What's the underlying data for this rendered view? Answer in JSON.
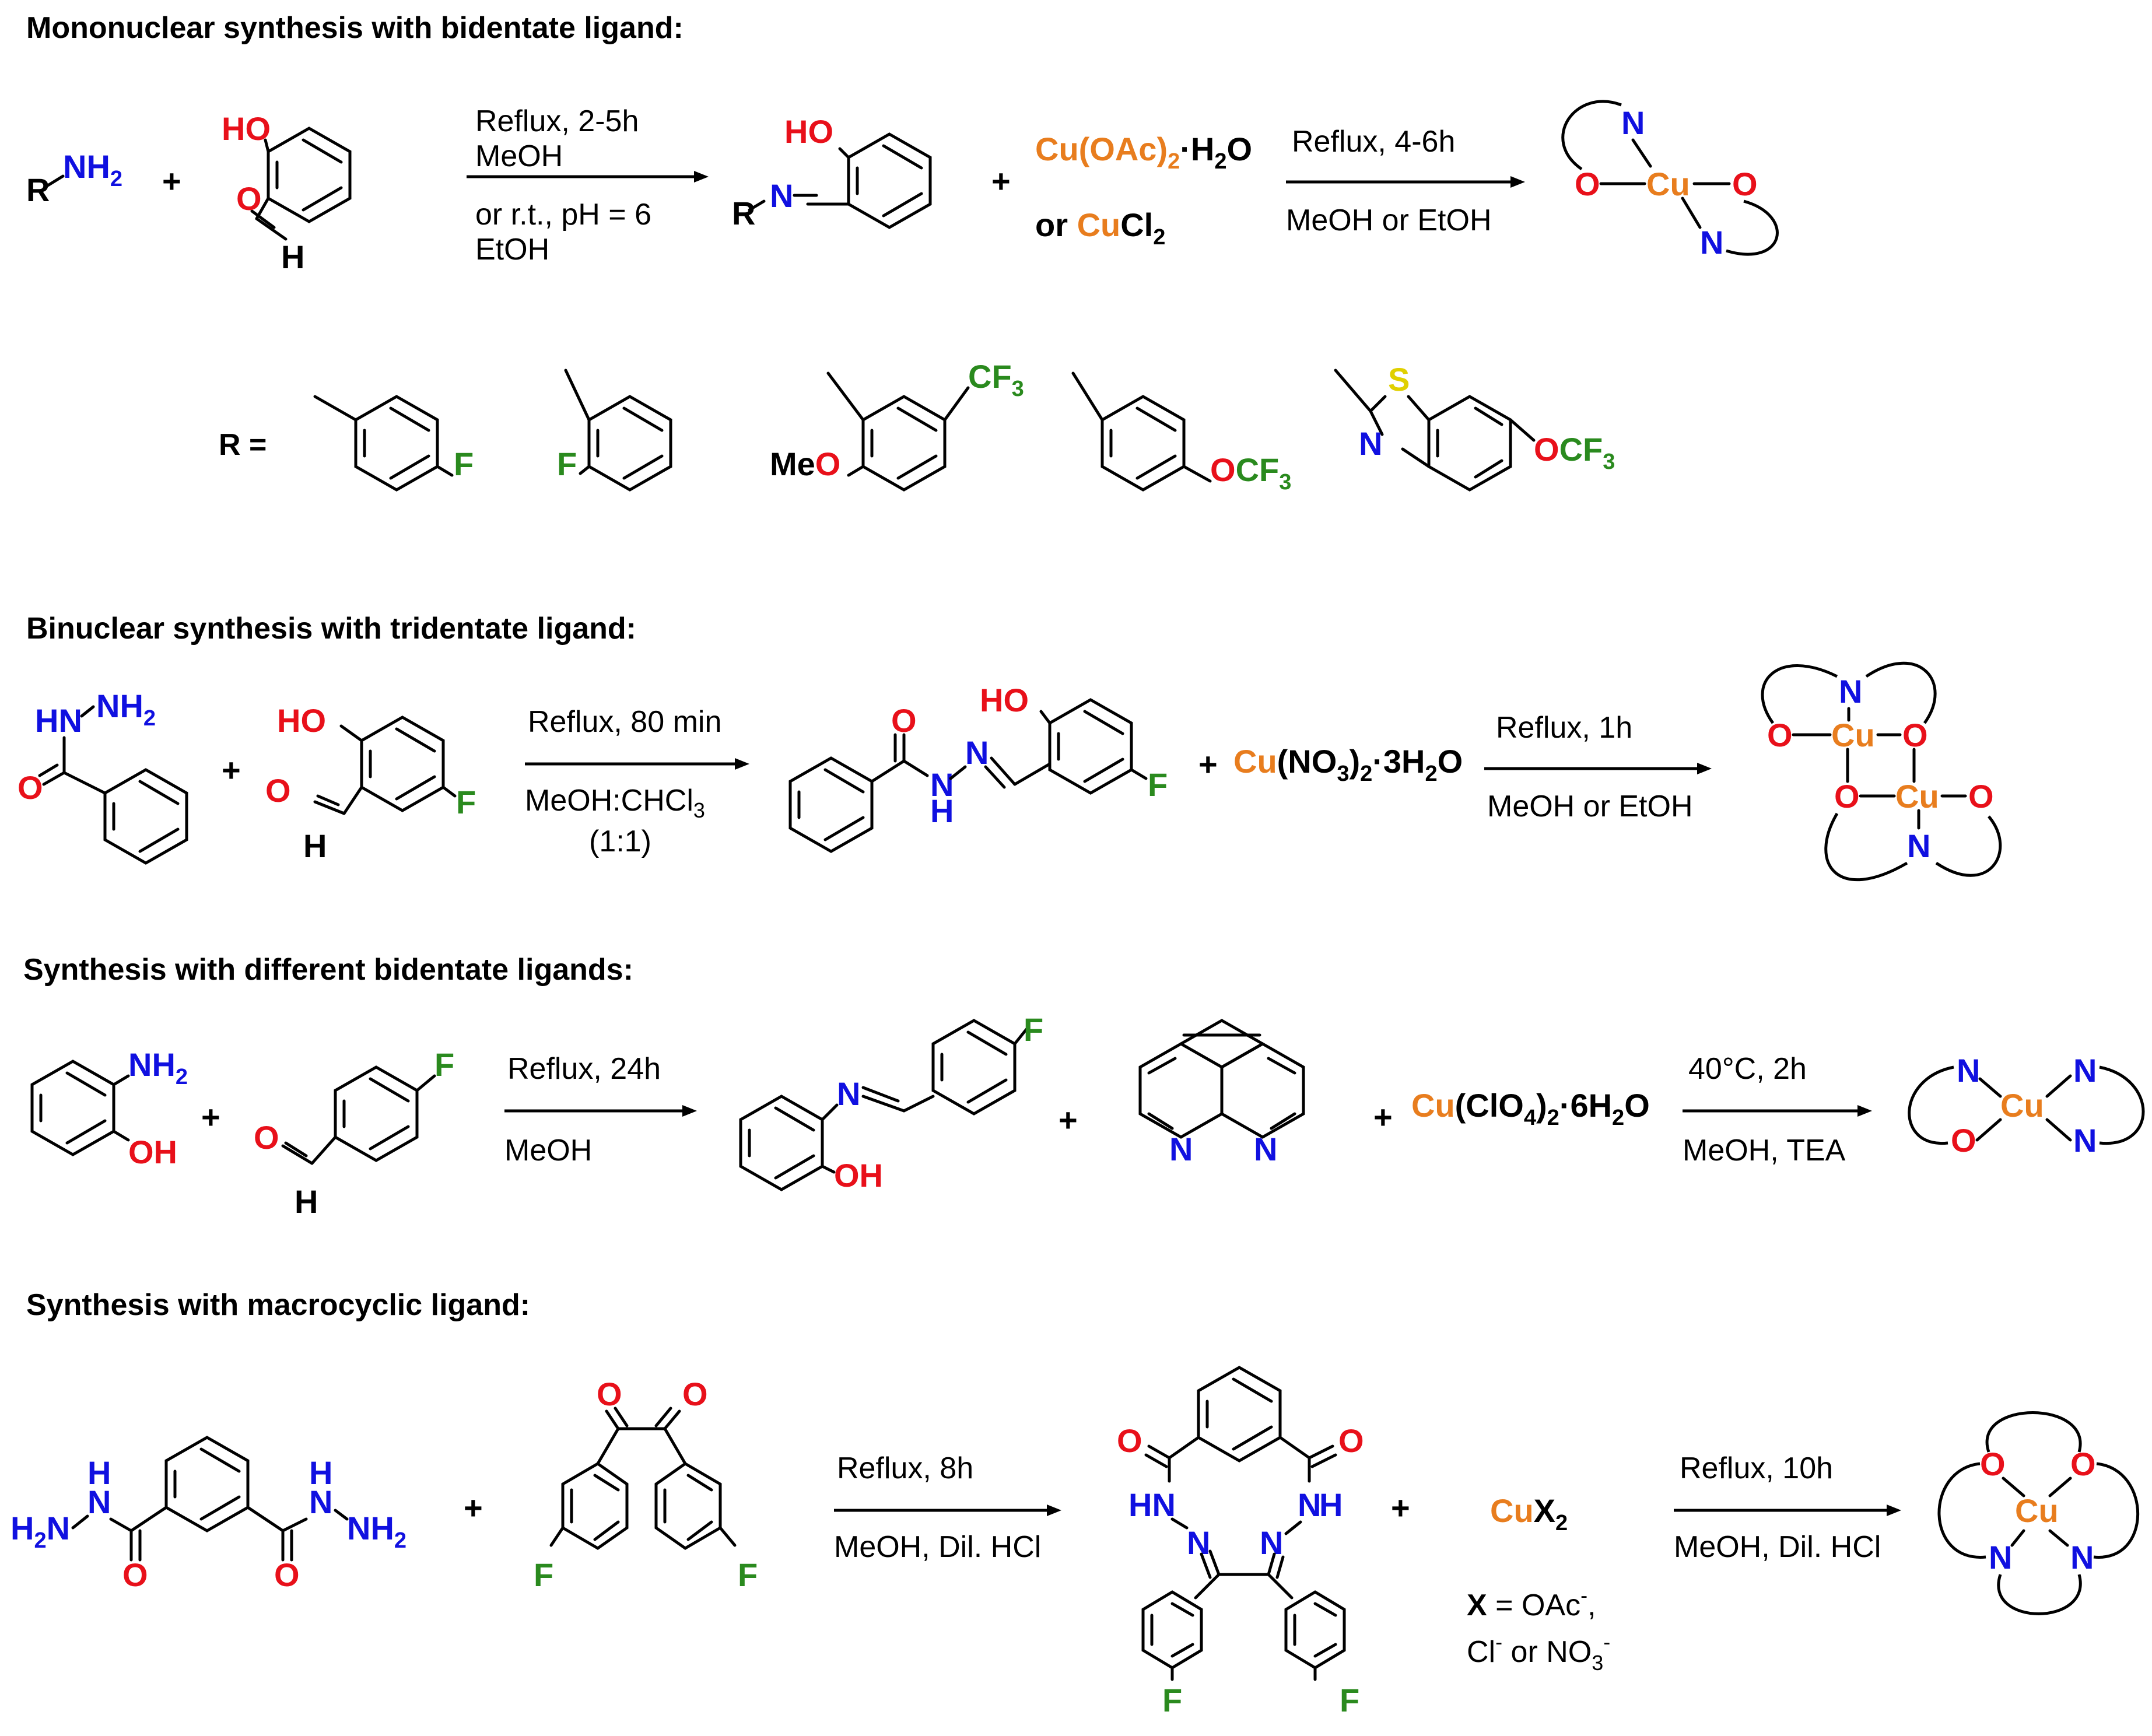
{
  "colors": {
    "N": "#1010e0",
    "O": "#e8101a",
    "Cu": "#e87d1e",
    "F": "#2a8a1e",
    "S": "#e0d000",
    "text": "#000000"
  },
  "sections": {
    "s1": {
      "header": "Mononuclear synthesis with bidentate ligand:",
      "cond1a": "Reflux, 2-5h",
      "cond1b": "MeOH",
      "cond1c": "or r.t., pH = 6",
      "cond1d": "EtOH",
      "cond2a": "Reflux, 4-6h",
      "cond2b": "MeOH or EtOH",
      "reag_or": "or"
    },
    "r_label": "R =",
    "s2": {
      "header": "Binuclear synthesis with tridentate ligand:",
      "cond1a": "Reflux, 80 min",
      "cond1b": "MeOH:CHCl",
      "cond1b_sub": "3",
      "cond1c": "(1:1)",
      "cond2a": "Reflux, 1h",
      "cond2b": "MeOH or EtOH"
    },
    "s3": {
      "header": "Synthesis with different bidentate ligands:",
      "cond1a": "Reflux, 24h",
      "cond1b": "MeOH",
      "cond2a": "40°C, 2h",
      "cond2b": "MeOH, TEA"
    },
    "s4": {
      "header": "Synthesis with macrocyclic ligand:",
      "cond1a": "Reflux, 8h",
      "cond1b": "MeOH, Dil. HCl",
      "cond2a": "Reflux, 10h",
      "cond2b": "MeOH, Dil. HCl",
      "x_def": "X",
      "x_eq": " = OAc",
      "x_line2": "Cl",
      "x_or": " or NO"
    }
  },
  "labels": {
    "R": "R",
    "NH2": "NH",
    "sub2": "2",
    "HO": "HO",
    "OH": "OH",
    "O": "O",
    "H": "H",
    "N": "N",
    "F": "F",
    "S": "S",
    "Cu": "Cu",
    "CF3": "CF",
    "sub3": "3",
    "OCF3_O": "O",
    "MeO_Me": "Me",
    "HN": "HN",
    "plus": "+",
    "minus": "-",
    "Cl": "Cl",
    "cu1a": "Cu",
    "cu1b": "(OAc)",
    "cu1c": "·H",
    "cu1d": "O",
    "cu1or": "or ",
    "cu1e": "Cu",
    "cu1f": "Cl",
    "cu2a": "Cu",
    "cu2b": "(NO",
    "cu2c": ")",
    "cu2d": "·3H",
    "cu2e": "O",
    "cu3a": "Cu",
    "cu3b": "(ClO",
    "cu3c": ")",
    "cu3d": "·6H",
    "cu3e": "O",
    "cu4a": "Cu",
    "cu4b": "X"
  }
}
